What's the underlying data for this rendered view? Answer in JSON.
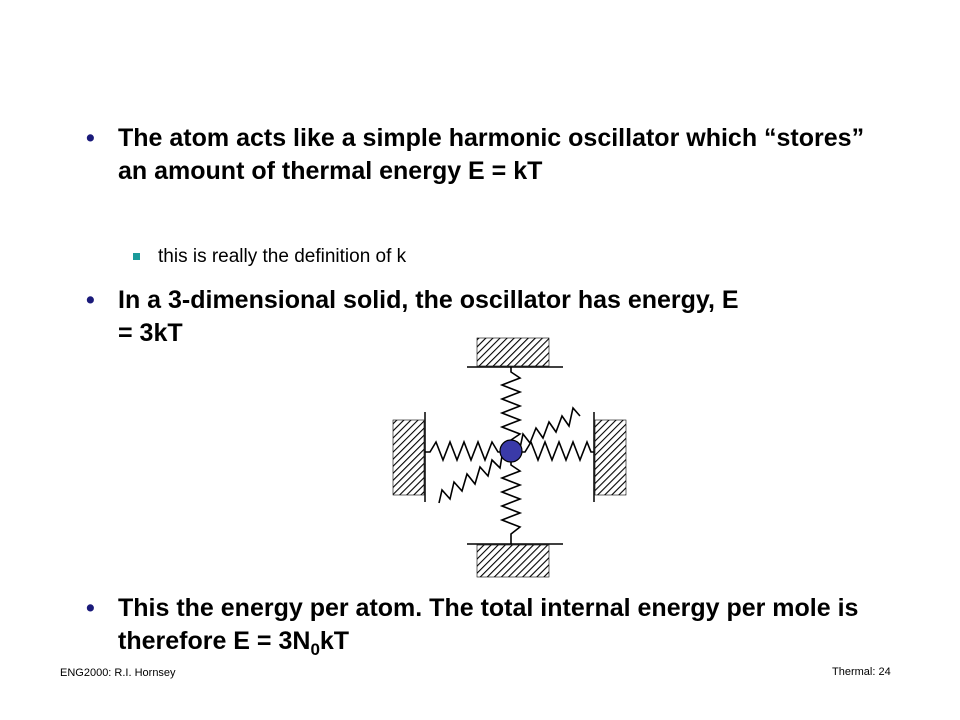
{
  "bullets": [
    {
      "text": "The atom acts like a simple harmonic oscillator which “stores” an amount of thermal energy E = kT"
    },
    {
      "text": "In a 3-dimensional solid, the oscillator has energy, E = 3kT"
    },
    {
      "text_before": "This the energy per atom. The total internal energy per mole is therefore E = 3N",
      "subscript": "0",
      "text_after": "kT"
    }
  ],
  "sub_bullet": "this is really the definition of k",
  "footer": {
    "left": "ENG2000: R.I. Hornsey",
    "right": "Thermal: 24"
  },
  "colors": {
    "bullet_mark": "#1a1a7a",
    "sub_mark": "#1a9a9a",
    "atom": "#3a3aa8"
  }
}
